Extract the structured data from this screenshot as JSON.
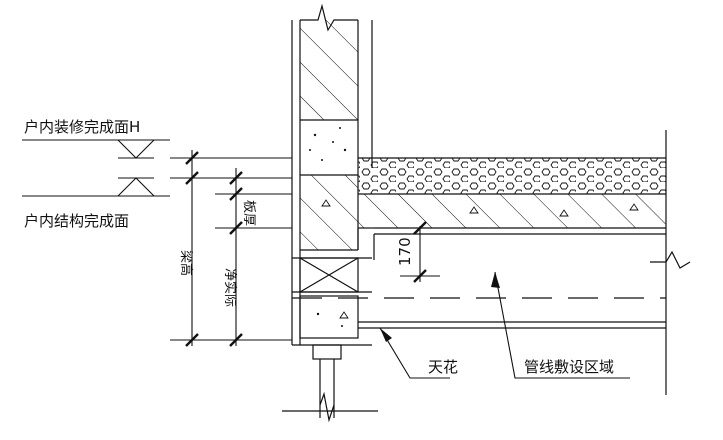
{
  "labels": {
    "finish_face": "户内装修完成面H",
    "struct_face": "户内结构完成面",
    "beam_height": "梁高",
    "clear_height": "净实际",
    "slab_thickness": "板厚",
    "dim_170": "170",
    "ceiling": "天花",
    "pipe_zone": "管线敷设区域"
  },
  "colors": {
    "line": "#111111",
    "background": "#ffffff"
  }
}
